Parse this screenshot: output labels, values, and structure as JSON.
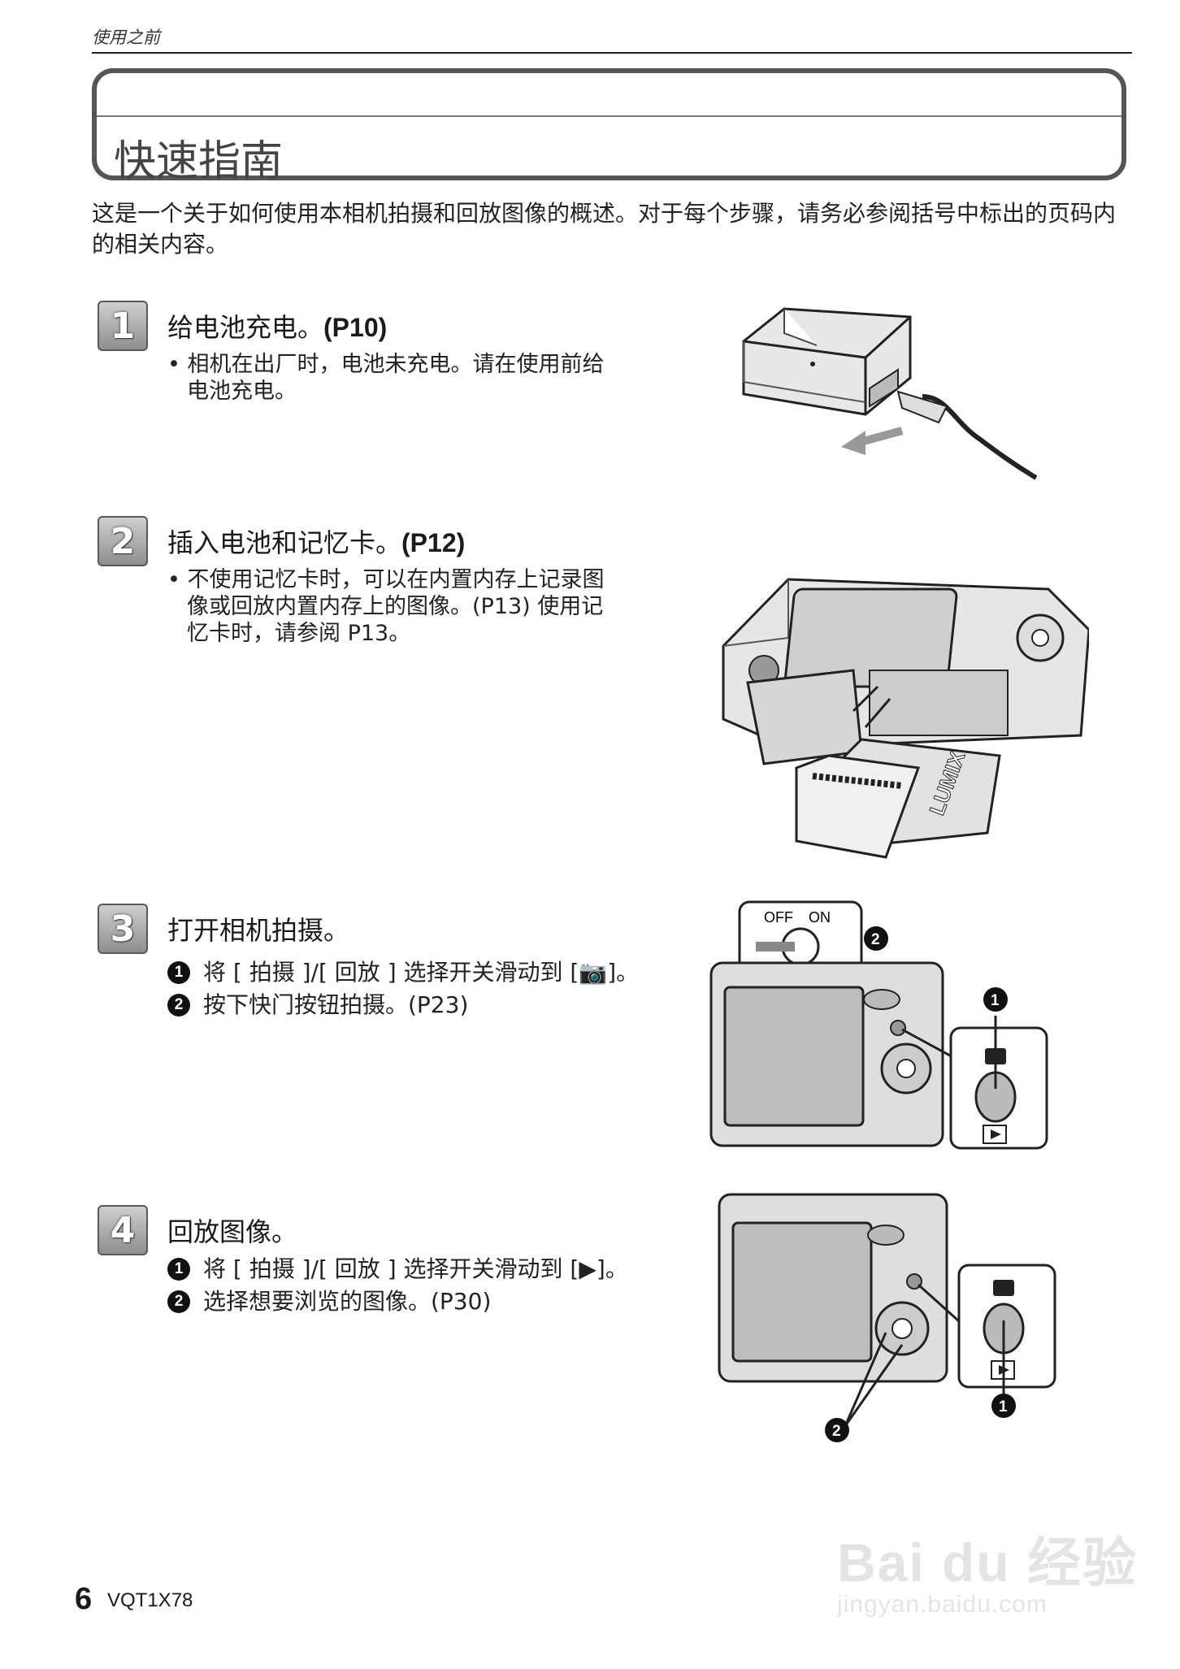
{
  "header": {
    "section": "使用之前"
  },
  "title": "快速指南",
  "intro": "这是一个关于如何使用本相机拍摄和回放图像的概述。对于每个步骤，请务必参阅括号中标出的页码内的相关内容。",
  "steps": [
    {
      "number": "1",
      "title": "给电池充电。",
      "ref": "(P10)",
      "bullets": [
        "• 相机在出厂时，电池未充电。请在使用前给",
        "电池充电。"
      ]
    },
    {
      "number": "2",
      "title": "插入电池和记忆卡。",
      "ref": "(P12)",
      "bullets": [
        "• 不使用记忆卡时，可以在内置内存上记录图",
        "像或回放内置内存上的图像。(P13) 使用记",
        "忆卡时，请参阅 P13。"
      ]
    },
    {
      "number": "3",
      "title": "打开相机拍摄。",
      "items": [
        "将 [ 拍摄 ]/[ 回放 ] 选择开关滑动到 [📷]。",
        "按下快门按钮拍摄。(P23)"
      ]
    },
    {
      "number": "4",
      "title": "回放图像。",
      "items": [
        "将 [ 拍摄 ]/[ 回放 ] 选择开关滑动到 [▶]。",
        "选择想要浏览的图像。(P30)"
      ]
    }
  ],
  "markers": {
    "one": "1",
    "two": "2"
  },
  "illustration_labels": {
    "off": "OFF",
    "on": "ON",
    "lumix": "LUMIX"
  },
  "footer": {
    "page_number": "6",
    "code": "VQT1X78"
  },
  "watermark": {
    "brand": "Bai du 经验",
    "url": "jingyan.baidu.com"
  }
}
